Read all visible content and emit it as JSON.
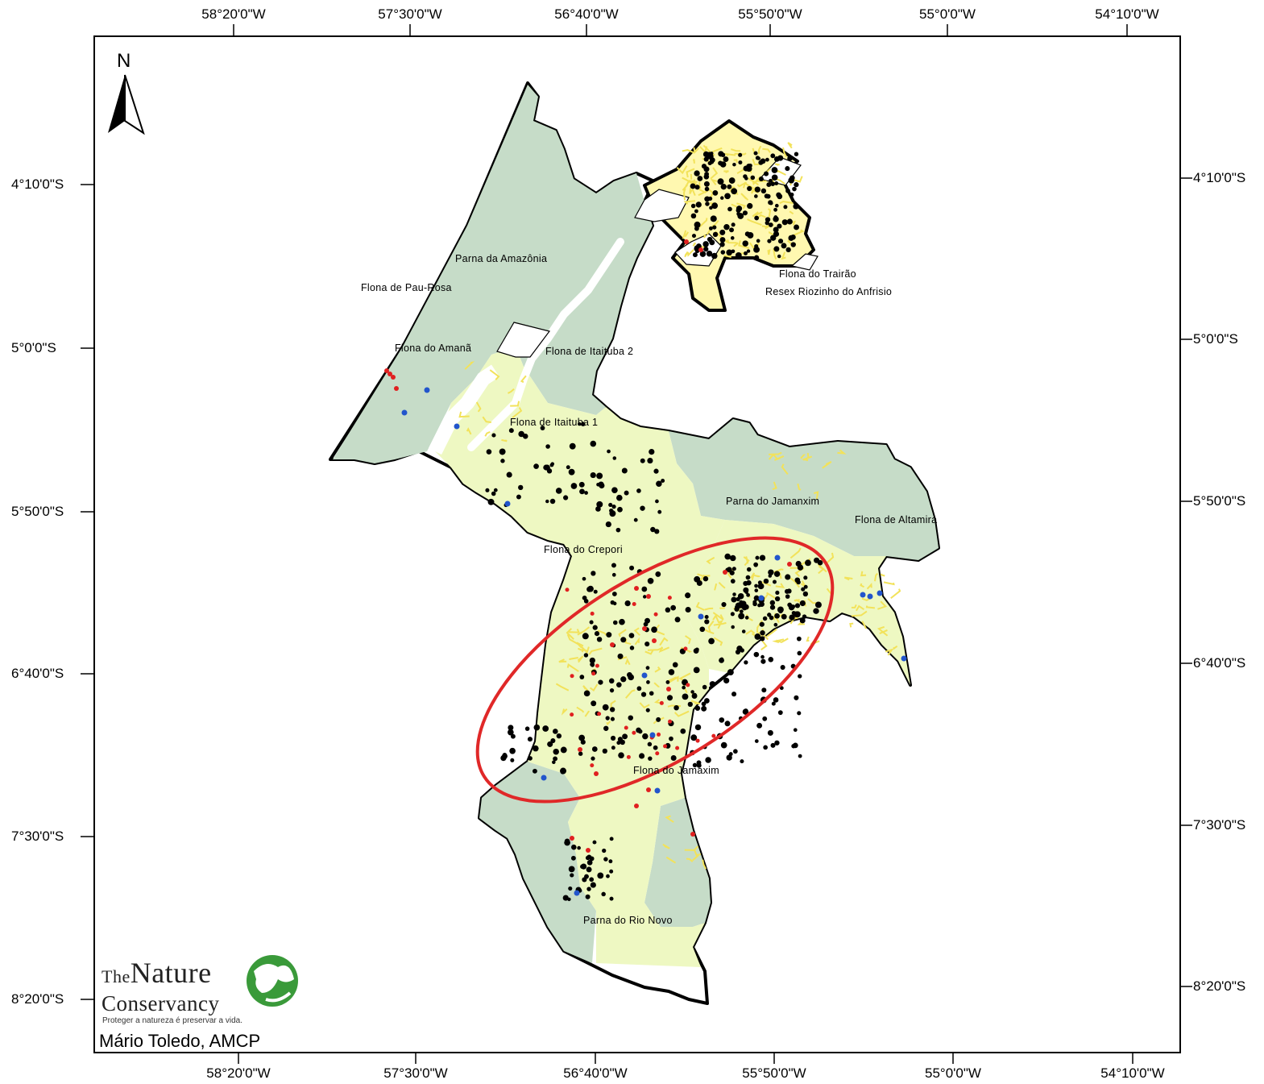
{
  "colors": {
    "protected_area": "#c6dcc8",
    "flona_zone": "#eef8c2",
    "mining_process": "#fff46e",
    "black_points": "#000000",
    "red_points": "#e02020",
    "blue_points": "#2255cc",
    "highlight_ellipse": "#e02828"
  },
  "axes": {
    "top_lon": [
      "58°20'0\"W",
      "57°30'0\"W",
      "56°40'0\"W",
      "55°50'0\"W",
      "55°0'0\"W",
      "54°10'0\"W"
    ],
    "bottom_lon": [
      "58°20'0\"W",
      "57°30'0\"W",
      "56°40'0\"W",
      "55°50'0\"W",
      "55°0'0\"W",
      "54°10'0\"W"
    ],
    "left_lat": [
      "4°10'0\"S",
      "5°0'0\"S",
      "5°50'0\"S",
      "6°40'0\"S",
      "7°30'0\"S",
      "8°20'0\"S"
    ],
    "right_lat": [
      "4°10'0\"S",
      "5°0'0\"S",
      "5°50'0\"S",
      "6°40'0\"S",
      "7°30'0\"S",
      "8°20'0\"S"
    ]
  },
  "places": [
    "Parna da Amazônia",
    "Flona de Pau-Rosa",
    "Flona do Amanã",
    "Flona de Itaituba 2",
    "Flona de Itaituba 1",
    "Flona do Trairão",
    "Resex Riozinho do Anfrisio",
    "Parna do Jamanxim",
    "Flona de Altamira",
    "Flona do Crepori",
    "Flona do Jamaxim",
    "Parna do Rio Novo"
  ],
  "north_arrow": {
    "label": "N",
    "icon": "north-arrow-icon"
  },
  "logo": {
    "line1_prefix": "The",
    "line1": "Nature",
    "line2": "Conservancy",
    "tagline": "Proteger a natureza é preservar a vida.",
    "icon": "globe-logo-icon"
  },
  "credit": "Mário Toledo, AMCP"
}
